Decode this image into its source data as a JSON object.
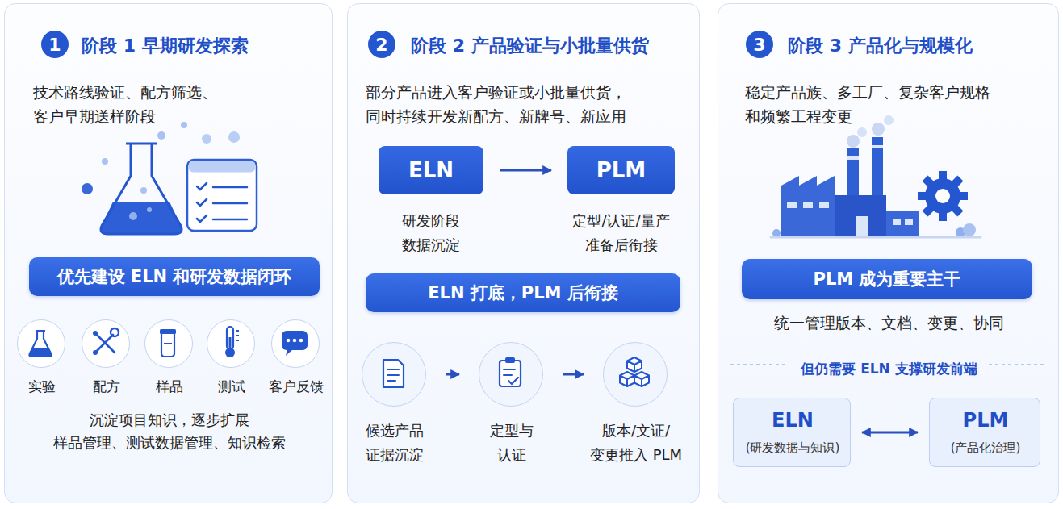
{
  "diagram": {
    "nodes": [
      {
        "text": [
          "阶段 1 早期研发探索",
          "技术路线验证、配方筛选、客户早期送样阶段",
          "沉淀项目知识，逐步扩展 样品管理、测试数据管理、知识检索"
        ]
      },
      {
        "text": [
          "1"
        ],
        "in": 0
      },
      {
        "text": [
          "优先建设 ELN 和研发数据闭环"
        ],
        "in": 0
      },
      {
        "text": [
          "实验"
        ],
        "in": 0
      },
      {
        "text": [
          "配方"
        ],
        "in": 0
      },
      {
        "text": [
          "样品"
        ],
        "in": 0
      },
      {
        "text": [
          "测试"
        ],
        "in": 0
      },
      {
        "text": [
          "客户反馈"
        ],
        "in": 0
      },
      {
        "text": [
          "阶段 2 产品验证与小批量供货",
          "部分产品进入客户验证或小批量供货，同时持续开发新配方、新牌号、新应用"
        ]
      },
      {
        "text": [
          "2"
        ],
        "in": 8
      },
      {
        "text": [
          "ELN",
          "研发阶段 数据沉淀"
        ],
        "in": 8
      },
      {
        "text": [
          "PLM",
          "定型/认证/量产 准备后衔接"
        ],
        "in": 8
      },
      {
        "text": [
          "ELN 打底，PLM 后衔接"
        ],
        "in": 8
      },
      {
        "text": [
          "候选产品 证据沉淀"
        ],
        "in": 8
      },
      {
        "text": [
          "定型与 认证"
        ],
        "in": 8
      },
      {
        "text": [
          "版本/文证/ 变更推入 PLM"
        ],
        "in": 8
      },
      {
        "text": [
          "阶段 3 产品化与规模化",
          "稳定产品族、多工厂、复杂客户规格和频繁工程变更",
          "统一管理版本、文档、变更、协同",
          "但仍需要 ELN 支撑研发前端"
        ]
      },
      {
        "text": [
          "3"
        ],
        "in": 16
      },
      {
        "text": [
          "PLM 成为重要主干"
        ],
        "in": 16
      },
      {
        "text": [
          "ELN",
          "(研发数据与知识)"
        ],
        "in": 16
      },
      {
        "text": [
          "PLM",
          "(产品化治理)"
        ],
        "in": 16
      }
    ],
    "edges": [
      {
        "from": 10,
        "to": 11,
        "arrow": "to"
      },
      {
        "from": 13,
        "to": 14,
        "arrow": "to"
      },
      {
        "from": 14,
        "to": 15,
        "arrow": "to"
      },
      {
        "from": 19,
        "to": 20,
        "arrow": "both"
      }
    ]
  }
}
